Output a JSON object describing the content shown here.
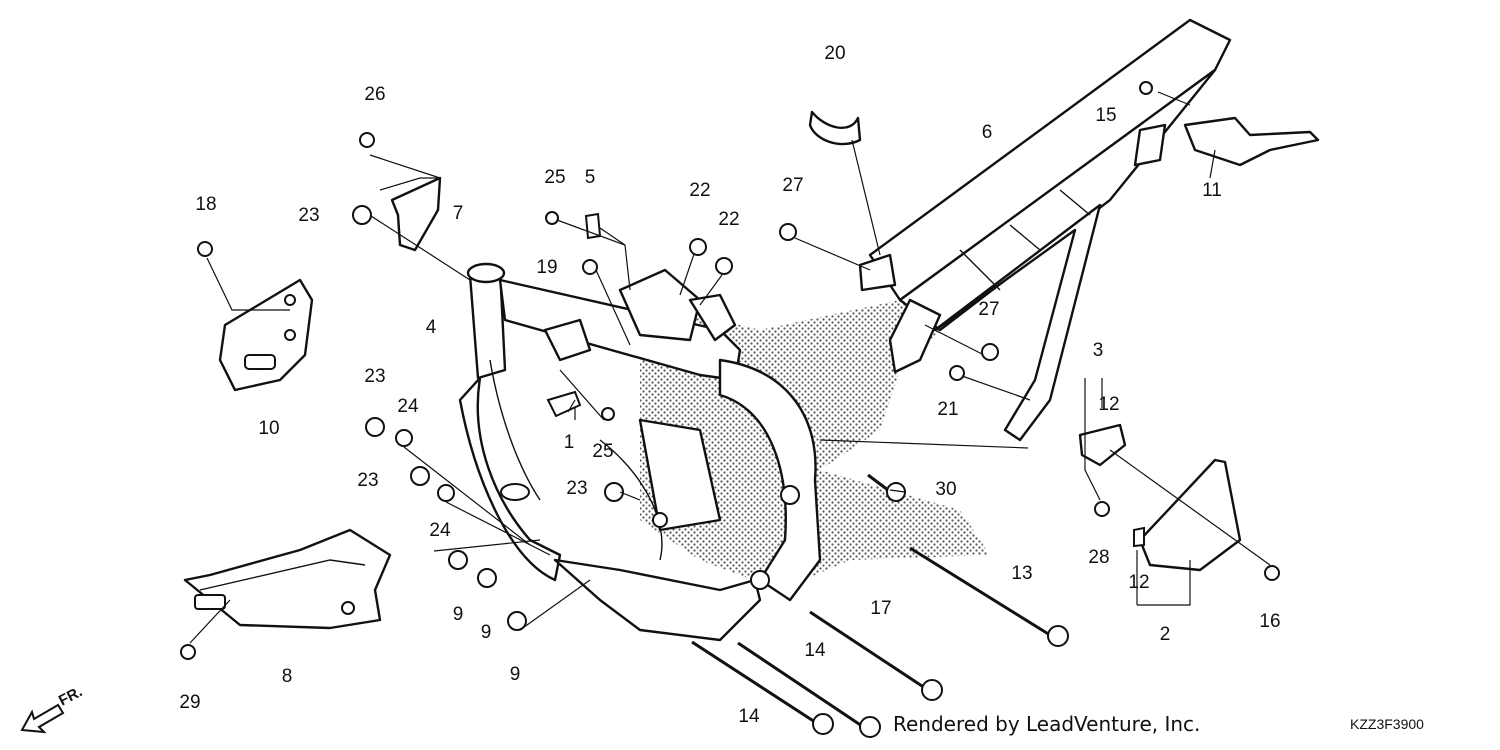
{
  "callouts": [
    {
      "id": "c1",
      "label": "1"
    },
    {
      "id": "c2",
      "label": "2"
    },
    {
      "id": "c3",
      "label": "3"
    },
    {
      "id": "c4",
      "label": "4"
    },
    {
      "id": "c5",
      "label": "5"
    },
    {
      "id": "c6",
      "label": "6"
    },
    {
      "id": "c7",
      "label": "7"
    },
    {
      "id": "c8",
      "label": "8"
    },
    {
      "id": "c9a",
      "label": "9"
    },
    {
      "id": "c9b",
      "label": "9"
    },
    {
      "id": "c9c",
      "label": "9"
    },
    {
      "id": "c10",
      "label": "10"
    },
    {
      "id": "c11",
      "label": "11"
    },
    {
      "id": "c12a",
      "label": "12"
    },
    {
      "id": "c12b",
      "label": "12"
    },
    {
      "id": "c13",
      "label": "13"
    },
    {
      "id": "c14a",
      "label": "14"
    },
    {
      "id": "c14b",
      "label": "14"
    },
    {
      "id": "c15",
      "label": "15"
    },
    {
      "id": "c16",
      "label": "16"
    },
    {
      "id": "c17",
      "label": "17"
    },
    {
      "id": "c18",
      "label": "18"
    },
    {
      "id": "c19",
      "label": "19"
    },
    {
      "id": "c20",
      "label": "20"
    },
    {
      "id": "c21",
      "label": "21"
    },
    {
      "id": "c22a",
      "label": "22"
    },
    {
      "id": "c22b",
      "label": "22"
    },
    {
      "id": "c23a",
      "label": "23"
    },
    {
      "id": "c23b",
      "label": "23"
    },
    {
      "id": "c23c",
      "label": "23"
    },
    {
      "id": "c23d",
      "label": "23"
    },
    {
      "id": "c24a",
      "label": "24"
    },
    {
      "id": "c24b",
      "label": "24"
    },
    {
      "id": "c25a",
      "label": "25"
    },
    {
      "id": "c25b",
      "label": "25"
    },
    {
      "id": "c26",
      "label": "26"
    },
    {
      "id": "c27a",
      "label": "27"
    },
    {
      "id": "c27b",
      "label": "27"
    },
    {
      "id": "c28",
      "label": "28"
    },
    {
      "id": "c29",
      "label": "29"
    },
    {
      "id": "c30",
      "label": "30"
    }
  ],
  "footer": {
    "credit": "Rendered by LeadVenture, Inc.",
    "diagram_code": "KZZ3F3900"
  },
  "direction_indicator": {
    "label": "FR.",
    "icon": "front-arrow-icon"
  }
}
